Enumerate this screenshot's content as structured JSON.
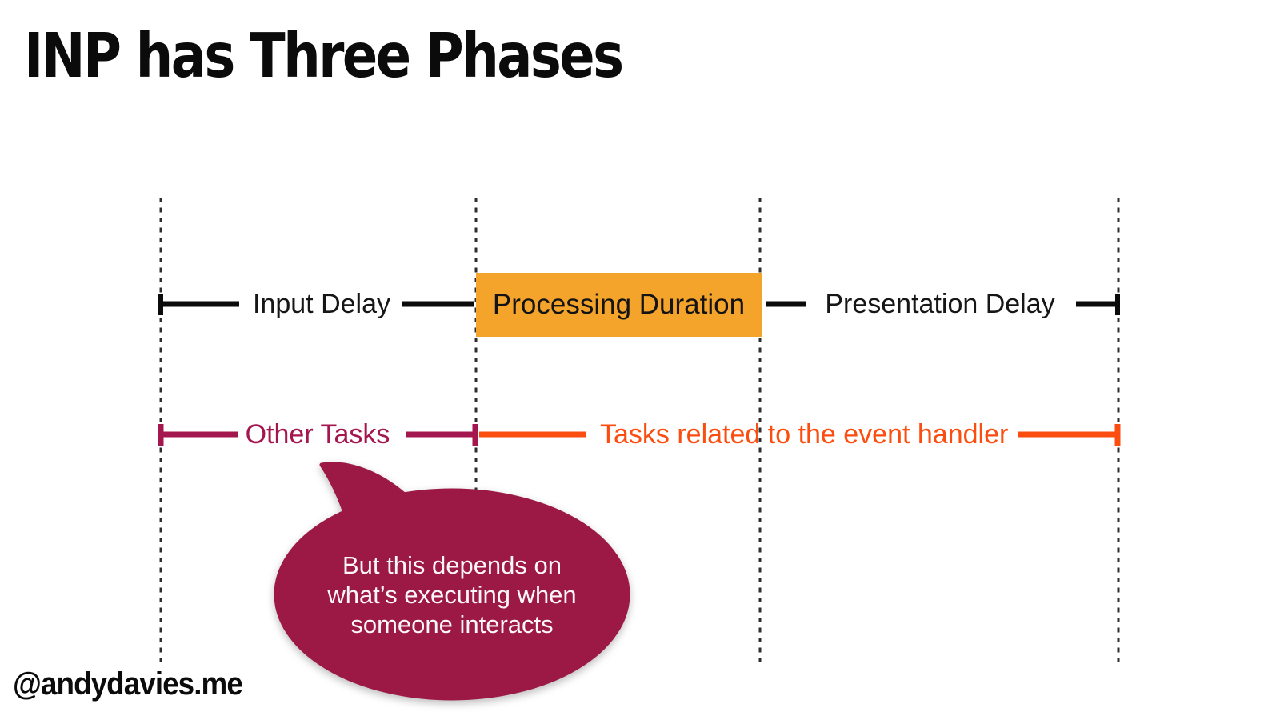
{
  "slide": {
    "title": "INP has Three Phases",
    "attribution": "@andydavies.me"
  },
  "colors": {
    "ink": "#0b0b0b",
    "label": "#161616",
    "dash": "#2d2d2d",
    "orange_box": "#F5A42B",
    "orange_line": "#FB4D0F",
    "crimson": "#A4164E",
    "bubble_fill": "#9C1845",
    "bubble_text": "#FBF6F7"
  },
  "timeline": {
    "phases": [
      {
        "label": "Input Delay"
      },
      {
        "label": "Processing Duration"
      },
      {
        "label": "Presentation Delay"
      }
    ],
    "tasks": [
      {
        "label": "Other Tasks"
      },
      {
        "label": "Tasks related to the event handler"
      }
    ]
  },
  "speech_bubble": {
    "lines": [
      "But this depends on",
      "what’s executing when",
      "someone interacts"
    ]
  }
}
